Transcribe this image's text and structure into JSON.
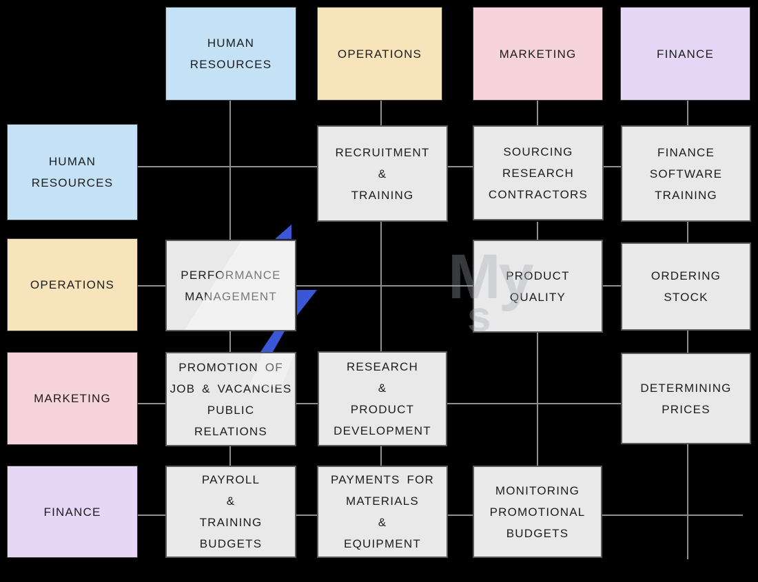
{
  "diagram_type": "interdependence-matrix",
  "colors": {
    "background": "#000000",
    "human_resources": "#c4e1f6",
    "operations": "#f8e4ba",
    "marketing": "#f7d4dc",
    "finance": "#e6d7f7",
    "cell_fill": "#e9e9e9",
    "connector_line": "#8f8f8f",
    "text": "#1c1c1c",
    "watermark_bolt": "#3a57d8"
  },
  "column_headers": [
    {
      "id": "human-resources",
      "label": "HUMAN\nRESOURCES",
      "color": "#c4e1f6"
    },
    {
      "id": "operations",
      "label": "OPERATIONS",
      "color": "#f8e4ba"
    },
    {
      "id": "marketing",
      "label": "MARKETING",
      "color": "#f7d4dc"
    },
    {
      "id": "finance",
      "label": "FINANCE",
      "color": "#e6d7f7"
    }
  ],
  "row_headers": [
    {
      "id": "human-resources",
      "label": "HUMAN\nRESOURCES",
      "color": "#c4e1f6"
    },
    {
      "id": "operations",
      "label": "OPERATIONS",
      "color": "#f8e4ba"
    },
    {
      "id": "marketing",
      "label": "MARKETING",
      "color": "#f7d4dc"
    },
    {
      "id": "finance",
      "label": "FINANCE",
      "color": "#e6d7f7"
    }
  ],
  "cells": [
    {
      "row": "human-resources",
      "column": "operations",
      "label": "RECRUITMENT\n&\nTRAINING"
    },
    {
      "row": "human-resources",
      "column": "marketing",
      "label": "SOURCING\nRESEARCH\nCONTRACTORS"
    },
    {
      "row": "human-resources",
      "column": "finance",
      "label": "FINANCE\nSOFTWARE\nTRAINING"
    },
    {
      "row": "operations",
      "column": "human-resources",
      "label": "PERFORMANCE\nMANAGEMENT"
    },
    {
      "row": "operations",
      "column": "marketing",
      "label": "PRODUCT\nQUALITY"
    },
    {
      "row": "operations",
      "column": "finance",
      "label": "ORDERING\nSTOCK"
    },
    {
      "row": "marketing",
      "column": "human-resources",
      "label": "PROMOTION OF\nJOB & VACANCIES\nPUBLIC\nRELATIONS"
    },
    {
      "row": "marketing",
      "column": "operations",
      "label": "RESEARCH\n&\nPRODUCT\nDEVELOPMENT"
    },
    {
      "row": "marketing",
      "column": "finance",
      "label": "DETERMINING\nPRICES"
    },
    {
      "row": "finance",
      "column": "human-resources",
      "label": "PAYROLL\n&\nTRAINING\nBUDGETS"
    },
    {
      "row": "finance",
      "column": "operations",
      "label": "PAYMENTS FOR\nMATERIALS\n&\nEQUIPMENT"
    },
    {
      "row": "finance",
      "column": "marketing",
      "label": "MONITORING\nPROMOTIONAL\nBUDGETS"
    }
  ],
  "watermark": {
    "fragments": [
      "My",
      "s"
    ],
    "bolt_color": "#3a57d8"
  }
}
